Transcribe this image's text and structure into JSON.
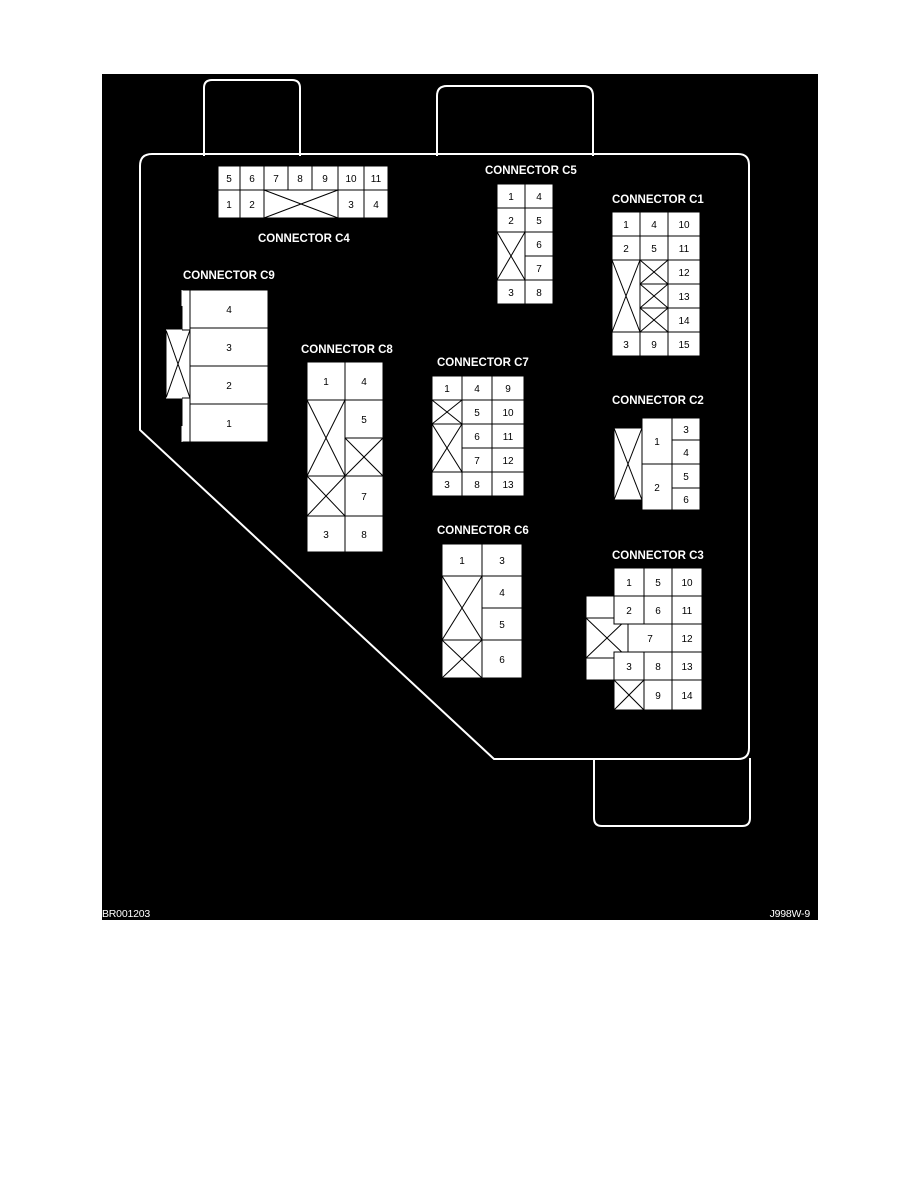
{
  "figure": {
    "code_left": "BR001203",
    "code_right": "J998W-9",
    "colors": {
      "background": "#000000",
      "line": "#ffffff",
      "cell_fill": "#ffffff",
      "text": "#000000"
    }
  },
  "connectors": {
    "c4": {
      "label": "CONNECTOR C4",
      "pins": [
        "5",
        "6",
        "7",
        "8",
        "9",
        "10",
        "11",
        "1",
        "2",
        "3",
        "4"
      ]
    },
    "c5": {
      "label": "CONNECTOR C5",
      "pins": [
        "1",
        "4",
        "2",
        "5",
        "6",
        "7",
        "3",
        "8"
      ]
    },
    "c1": {
      "label": "CONNECTOR C1",
      "pins": [
        "1",
        "4",
        "10",
        "2",
        "5",
        "11",
        "12",
        "13",
        "14",
        "3",
        "9",
        "15"
      ]
    },
    "c9": {
      "label": "CONNECTOR C9",
      "pins": [
        "4",
        "3",
        "2",
        "1"
      ]
    },
    "c8": {
      "label": "CONNECTOR C8",
      "pins": [
        "1",
        "4",
        "5",
        "7",
        "3",
        "8"
      ]
    },
    "c7": {
      "label": "CONNECTOR C7",
      "pins": [
        "1",
        "4",
        "9",
        "5",
        "10",
        "6",
        "11",
        "7",
        "12",
        "3",
        "8",
        "13"
      ]
    },
    "c2": {
      "label": "CONNECTOR C2",
      "pins": [
        "1",
        "3",
        "4",
        "2",
        "5",
        "6"
      ]
    },
    "c6": {
      "label": "CONNECTOR C6",
      "pins": [
        "1",
        "3",
        "4",
        "5",
        "6"
      ]
    },
    "c3": {
      "label": "CONNECTOR C3",
      "pins": [
        "1",
        "5",
        "10",
        "2",
        "6",
        "11",
        "7",
        "12",
        "3",
        "8",
        "13",
        "9",
        "14"
      ]
    }
  }
}
